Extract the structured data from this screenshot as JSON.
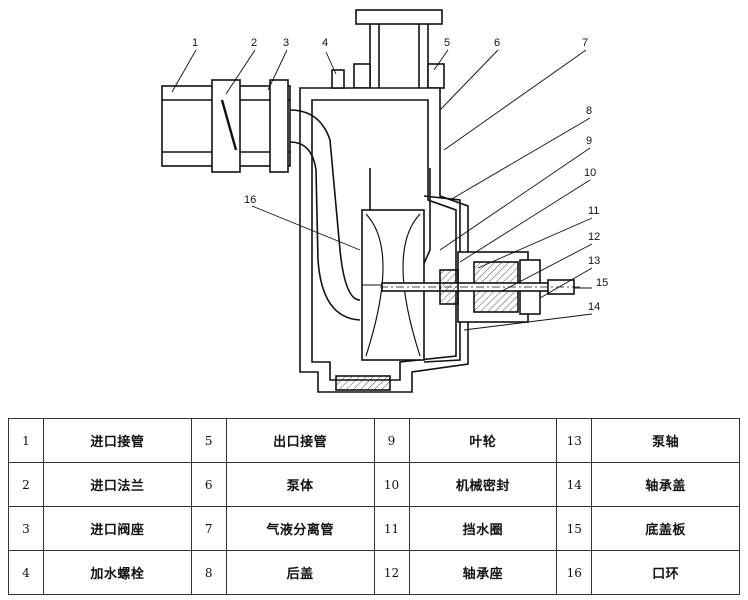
{
  "callouts": [
    "1",
    "2",
    "3",
    "4",
    "5",
    "6",
    "7",
    "8",
    "9",
    "10",
    "11",
    "12",
    "13",
    "15",
    "14",
    "16"
  ],
  "parts": [
    {
      "no": "1",
      "name": "进口接管"
    },
    {
      "no": "2",
      "name": "进口法兰"
    },
    {
      "no": "3",
      "name": "进口阀座"
    },
    {
      "no": "4",
      "name": "加水螺栓"
    },
    {
      "no": "5",
      "name": "出口接管"
    },
    {
      "no": "6",
      "name": "泵体"
    },
    {
      "no": "7",
      "name": "气液分离管"
    },
    {
      "no": "8",
      "name": "后盖"
    },
    {
      "no": "9",
      "name": "叶轮"
    },
    {
      "no": "10",
      "name": "机械密封"
    },
    {
      "no": "11",
      "name": "挡水圈"
    },
    {
      "no": "12",
      "name": "轴承座"
    },
    {
      "no": "13",
      "name": "泵轴"
    },
    {
      "no": "14",
      "name": "轴承盖"
    },
    {
      "no": "15",
      "name": "底盖板"
    },
    {
      "no": "16",
      "name": "口环"
    }
  ]
}
